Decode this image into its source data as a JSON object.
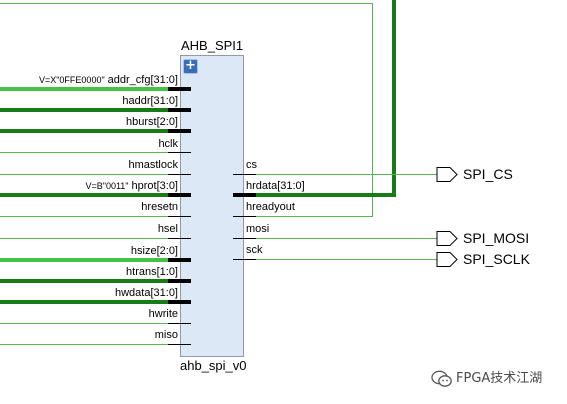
{
  "block": {
    "title": "AHB_SPI1",
    "instance": "ahb_spi_v0",
    "expand_label": "+",
    "expand_icon": "expand-icon"
  },
  "left_pins": [
    {
      "value": "V=X\"0FFE0000\"",
      "name": "addr_cfg[31:0]"
    },
    {
      "name": "haddr[31:0]"
    },
    {
      "name": "hburst[2:0]"
    },
    {
      "name": "hclk"
    },
    {
      "name": "hmastlock"
    },
    {
      "value": "V=B\"0011\"",
      "name": "hprot[3:0]"
    },
    {
      "name": "hresetn"
    },
    {
      "name": "hsel"
    },
    {
      "name": "hsize[2:0]"
    },
    {
      "name": "htrans[1:0]"
    },
    {
      "name": "hwdata[31:0]"
    },
    {
      "name": "hwrite"
    },
    {
      "name": "miso"
    }
  ],
  "right_pins": [
    {
      "name": "cs"
    },
    {
      "name": "hrdata[31:0]"
    },
    {
      "name": "hreadyout"
    },
    {
      "name": "mosi"
    },
    {
      "name": "sck"
    }
  ],
  "output_ports": [
    {
      "name": "SPI_CS"
    },
    {
      "name": "SPI_MOSI"
    },
    {
      "name": "SPI_SCLK"
    }
  ],
  "watermark": {
    "text": "FPGA技术江湖",
    "icon": "wechat-icon"
  },
  "colors": {
    "block_fill": "#dce8f5",
    "block_border": "#8d9aa8",
    "bus_net": "#177b17",
    "highlighted_bus_net": "#45c245",
    "scalar_net": "#55b555",
    "expand_button": "#3b6db6",
    "watermark_text": "#4a4a4a"
  }
}
